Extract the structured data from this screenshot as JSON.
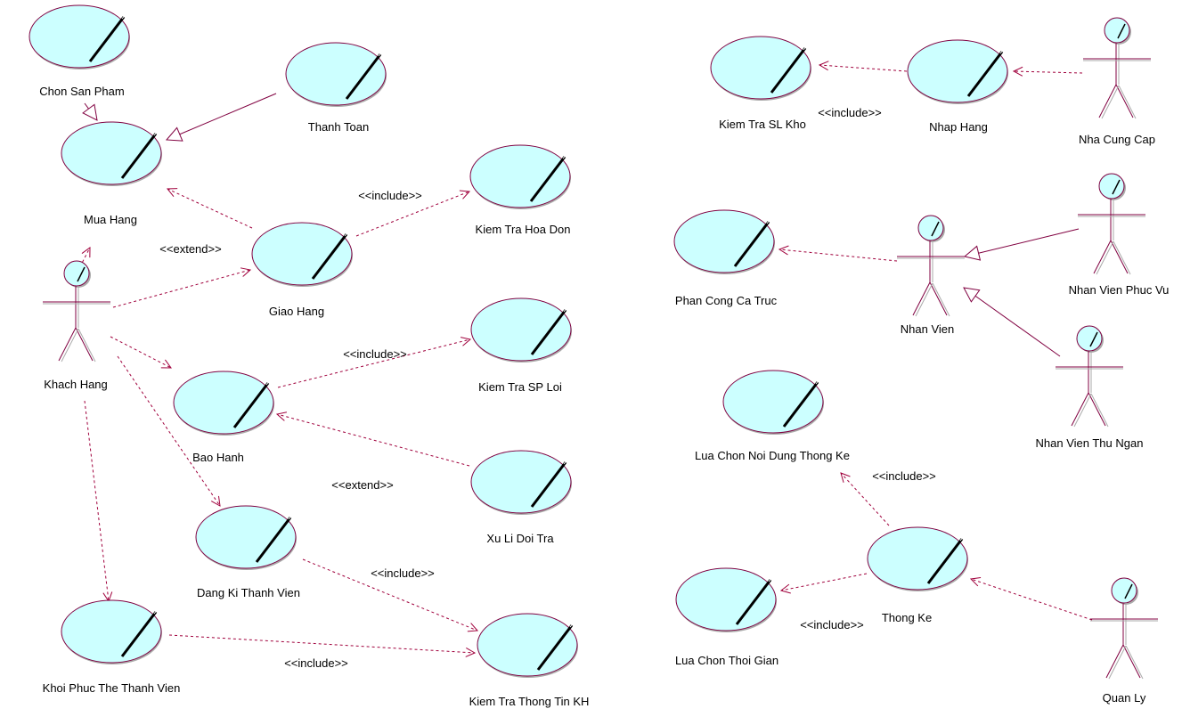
{
  "diagram": {
    "colors": {
      "usecase_fill": "#ccffff",
      "outline": "#800040",
      "connector": "#a0003c",
      "text": "#000000",
      "background": "#ffffff"
    },
    "usecases": [
      {
        "id": "chon-san-pham",
        "label": "Chon San Pham"
      },
      {
        "id": "mua-hang",
        "label": "Mua Hang"
      },
      {
        "id": "thanh-toan",
        "label": "Thanh Toan"
      },
      {
        "id": "giao-hang",
        "label": "Giao Hang"
      },
      {
        "id": "kiem-tra-hoa-don",
        "label": "Kiem Tra Hoa Don"
      },
      {
        "id": "bao-hanh",
        "label": "Bao Hanh"
      },
      {
        "id": "kiem-tra-sp-loi",
        "label": "Kiem Tra SP Loi"
      },
      {
        "id": "xu-li-doi-tra",
        "label": "Xu Li Doi Tra"
      },
      {
        "id": "dang-ki-thanh-vien",
        "label": "Dang Ki Thanh Vien"
      },
      {
        "id": "khoi-phuc-the-thanh-vien",
        "label": "Khoi Phuc The Thanh Vien"
      },
      {
        "id": "kiem-tra-thong-tin-kh",
        "label": "Kiem Tra Thong Tin KH"
      },
      {
        "id": "kiem-tra-sl-kho",
        "label": "Kiem Tra SL Kho"
      },
      {
        "id": "nhap-hang",
        "label": "Nhap Hang"
      },
      {
        "id": "phan-cong-ca-truc",
        "label": "Phan Cong Ca Truc"
      },
      {
        "id": "lua-chon-noi-dung-thong-ke",
        "label": "Lua Chon Noi Dung Thong Ke"
      },
      {
        "id": "thong-ke",
        "label": "Thong Ke"
      },
      {
        "id": "lua-chon-thoi-gian",
        "label": "Lua Chon Thoi Gian"
      }
    ],
    "actors": [
      {
        "id": "khach-hang",
        "label": "Khach Hang"
      },
      {
        "id": "nha-cung-cap",
        "label": "Nha Cung Cap"
      },
      {
        "id": "nhan-vien",
        "label": "Nhan Vien"
      },
      {
        "id": "nhan-vien-phuc-vu",
        "label": "Nhan Vien Phuc Vu"
      },
      {
        "id": "nhan-vien-thu-ngan",
        "label": "Nhan Vien Thu Ngan"
      },
      {
        "id": "quan-ly",
        "label": "Quan Ly"
      }
    ],
    "stereotypes": {
      "include": "<<include>>",
      "extend": "<<extend>>"
    },
    "relationships": [
      {
        "from": "chon-san-pham",
        "to": "mua-hang",
        "kind": "generalization"
      },
      {
        "from": "thanh-toan",
        "to": "mua-hang",
        "kind": "generalization"
      },
      {
        "from": "giao-hang",
        "to": "mua-hang",
        "kind": "extend",
        "label": "<<extend>>"
      },
      {
        "from": "giao-hang",
        "to": "kiem-tra-hoa-don",
        "kind": "include",
        "label": "<<include>>"
      },
      {
        "from": "khach-hang",
        "to": "mua-hang",
        "kind": "association"
      },
      {
        "from": "khach-hang",
        "to": "giao-hang",
        "kind": "association"
      },
      {
        "from": "khach-hang",
        "to": "bao-hanh",
        "kind": "association"
      },
      {
        "from": "khach-hang",
        "to": "dang-ki-thanh-vien",
        "kind": "association"
      },
      {
        "from": "khach-hang",
        "to": "khoi-phuc-the-thanh-vien",
        "kind": "association"
      },
      {
        "from": "bao-hanh",
        "to": "kiem-tra-sp-loi",
        "kind": "include",
        "label": "<<include>>"
      },
      {
        "from": "xu-li-doi-tra",
        "to": "bao-hanh",
        "kind": "extend",
        "label": "<<extend>>"
      },
      {
        "from": "dang-ki-thanh-vien",
        "to": "kiem-tra-thong-tin-kh",
        "kind": "include",
        "label": "<<include>>"
      },
      {
        "from": "khoi-phuc-the-thanh-vien",
        "to": "kiem-tra-thong-tin-kh",
        "kind": "include",
        "label": "<<include>>"
      },
      {
        "from": "nhap-hang",
        "to": "kiem-tra-sl-kho",
        "kind": "include",
        "label": "<<include>>"
      },
      {
        "from": "nha-cung-cap",
        "to": "nhap-hang",
        "kind": "association"
      },
      {
        "from": "nhan-vien",
        "to": "phan-cong-ca-truc",
        "kind": "association"
      },
      {
        "from": "nhan-vien-phuc-vu",
        "to": "nhan-vien",
        "kind": "generalization"
      },
      {
        "from": "nhan-vien-thu-ngan",
        "to": "nhan-vien",
        "kind": "generalization"
      },
      {
        "from": "thong-ke",
        "to": "lua-chon-noi-dung-thong-ke",
        "kind": "include",
        "label": "<<include>>"
      },
      {
        "from": "thong-ke",
        "to": "lua-chon-thoi-gian",
        "kind": "include",
        "label": "<<include>>"
      },
      {
        "from": "quan-ly",
        "to": "thong-ke",
        "kind": "association"
      }
    ]
  }
}
